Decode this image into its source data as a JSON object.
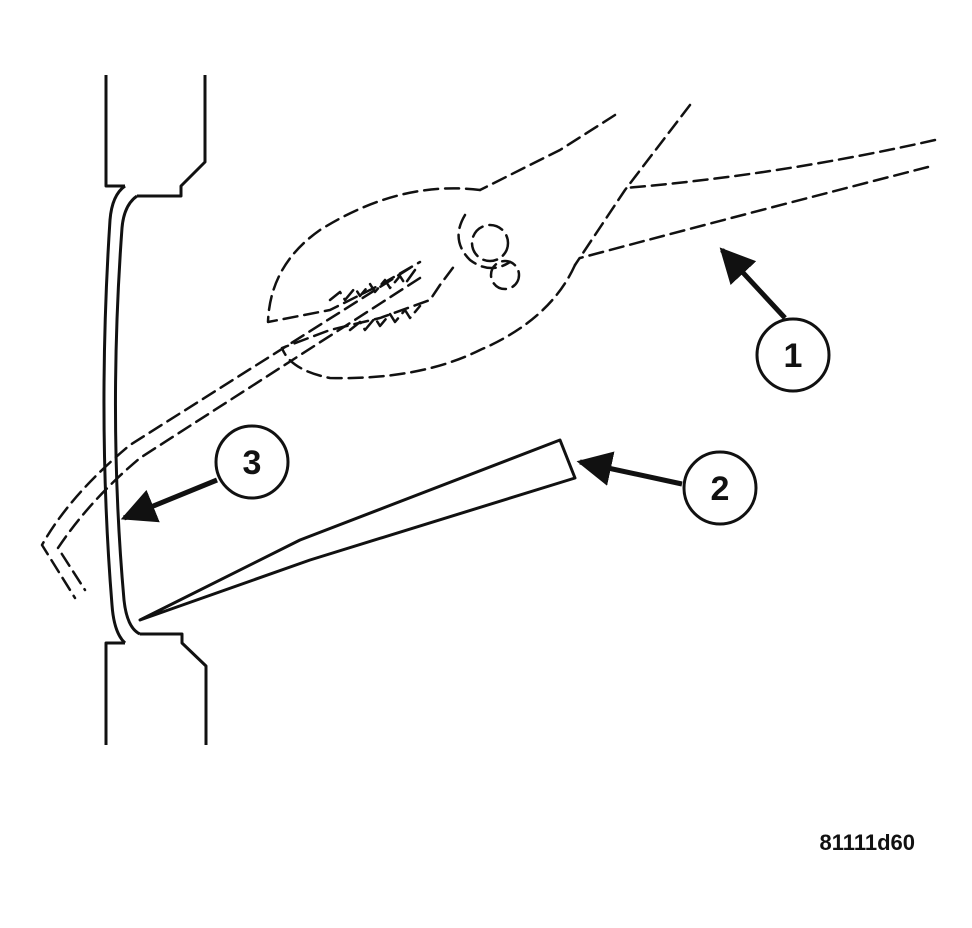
{
  "callouts": [
    {
      "id": "1",
      "label": "1"
    },
    {
      "id": "2",
      "label": "2"
    },
    {
      "id": "3",
      "label": "3"
    }
  ],
  "figure_ref": "81111d60",
  "colors": {
    "ink": "#111111",
    "background": "#ffffff"
  }
}
